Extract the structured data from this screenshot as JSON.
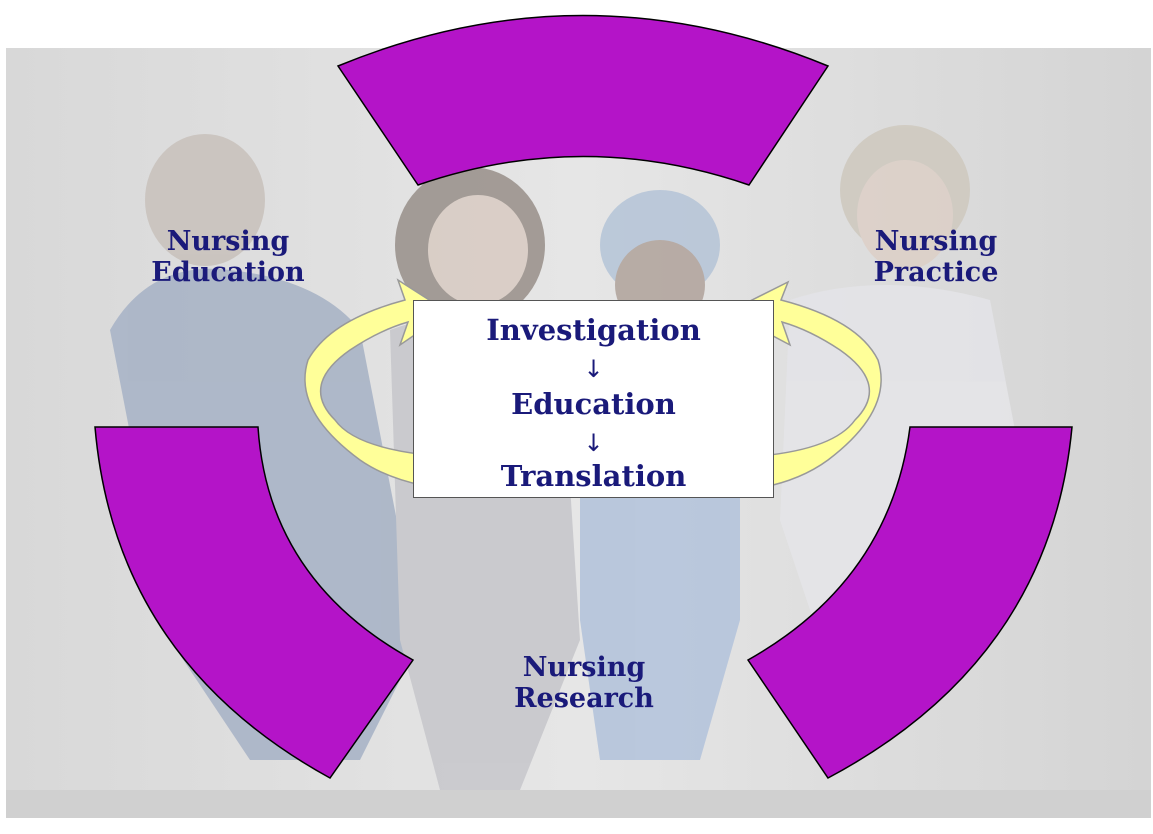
{
  "colors": {
    "background": "#dcdcdc",
    "segment_fill": "#b414c8",
    "segment_stroke": "#000000",
    "arrow_fill": "#ffff99",
    "arrow_stroke": "#999999",
    "text": "#1a1a7a"
  },
  "labels": {
    "nursing_education": [
      "Nursing",
      "Education"
    ],
    "nursing_practice": [
      "Nursing",
      "Practice"
    ],
    "nursing_research": [
      "Nursing",
      "Research"
    ]
  },
  "center_box": {
    "step1": "Investigation",
    "arrow1": "↓",
    "step2": "Education",
    "arrow2": "↓",
    "step3": "Translation"
  },
  "icons": {
    "left_cycle_arrow": "curved-arrow-icon",
    "right_cycle_arrow": "curved-arrow-icon"
  },
  "background_image": "group-of-healthcare-workers-photo"
}
